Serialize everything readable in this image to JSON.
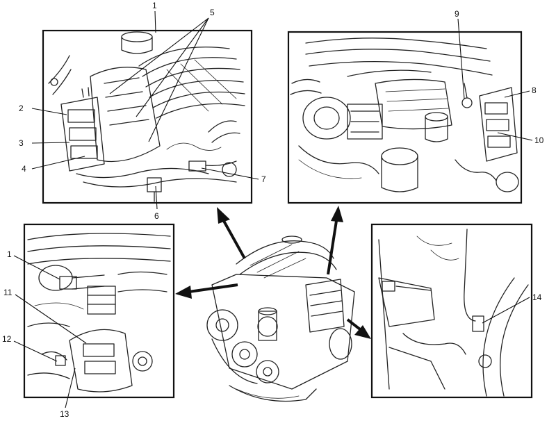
{
  "callouts": [
    {
      "key": "tl-1",
      "text": "1"
    },
    {
      "key": "tl-2",
      "text": "2"
    },
    {
      "key": "tl-3",
      "text": "3"
    },
    {
      "key": "tl-4",
      "text": "4"
    },
    {
      "key": "tl-5",
      "text": "5"
    },
    {
      "key": "tl-6",
      "text": "6"
    },
    {
      "key": "tl-7",
      "text": "7"
    },
    {
      "key": "tr-8",
      "text": "8"
    },
    {
      "key": "tr-9",
      "text": "9"
    },
    {
      "key": "tr-10",
      "text": "10"
    },
    {
      "key": "bl-1",
      "text": "1"
    },
    {
      "key": "bl-11",
      "text": "11"
    },
    {
      "key": "bl-12",
      "text": "12"
    },
    {
      "key": "bl-13",
      "text": "13"
    },
    {
      "key": "br-14",
      "text": "14"
    }
  ]
}
